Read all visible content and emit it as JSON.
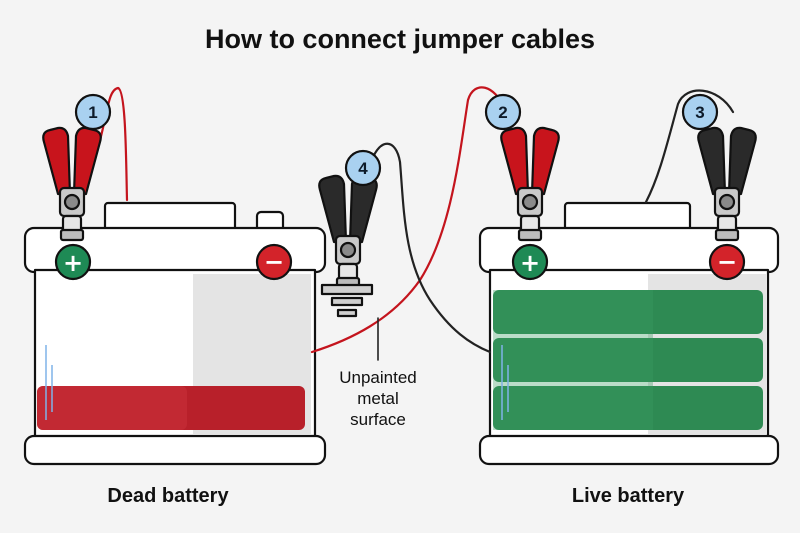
{
  "title": "How to connect jumper cables",
  "batteries": {
    "dead": {
      "label": "Dead battery",
      "positive_symbol": "+",
      "negative_symbol": "−",
      "charge_color": "#b8202a",
      "charge_level": 0.33
    },
    "live": {
      "label": "Live battery",
      "positive_symbol": "+",
      "negative_symbol": "−",
      "charge_color": "#2e8a53",
      "charge_level": 1.0
    }
  },
  "ground_note": [
    "Unpainted",
    "metal",
    "surface"
  ],
  "steps": [
    {
      "number": "1",
      "clamp": "red",
      "target": "dead battery positive terminal"
    },
    {
      "number": "2",
      "clamp": "red",
      "target": "live battery positive terminal"
    },
    {
      "number": "3",
      "clamp": "black",
      "target": "live battery negative terminal"
    },
    {
      "number": "4",
      "clamp": "black",
      "target": "unpainted metal surface"
    }
  ],
  "colors": {
    "positive": "#1e8a55",
    "negative": "#d3232a",
    "red_cable": "#c4141d",
    "black_cable": "#222222",
    "badge_fill": "#a9d1f0"
  }
}
